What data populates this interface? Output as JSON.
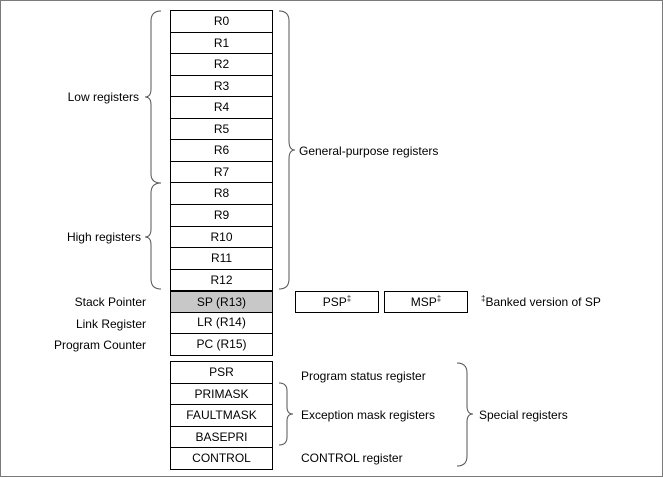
{
  "general_registers": [
    "R0",
    "R1",
    "R2",
    "R3",
    "R4",
    "R5",
    "R6",
    "R7",
    "R8",
    "R9",
    "R10",
    "R11",
    "R12"
  ],
  "sp_register": "SP (R13)",
  "lr_register": "LR (R14)",
  "pc_register": "PC (R15)",
  "special_registers": [
    "PSR",
    "PRIMASK",
    "FAULTMASK",
    "BASEPRI",
    "CONTROL"
  ],
  "labels": {
    "low_registers": "Low registers",
    "high_registers": "High registers",
    "general_purpose": "General-purpose registers",
    "stack_pointer": "Stack Pointer",
    "link_register": "Link Register",
    "program_counter": "Program Counter",
    "program_status": "Program status register",
    "exception_mask": "Exception mask registers",
    "control_register": "CONTROL register",
    "special_registers": "Special registers"
  },
  "banked": {
    "psp": "PSP",
    "msp": "MSP",
    "mark": "‡",
    "note": "Banked version of SP"
  }
}
